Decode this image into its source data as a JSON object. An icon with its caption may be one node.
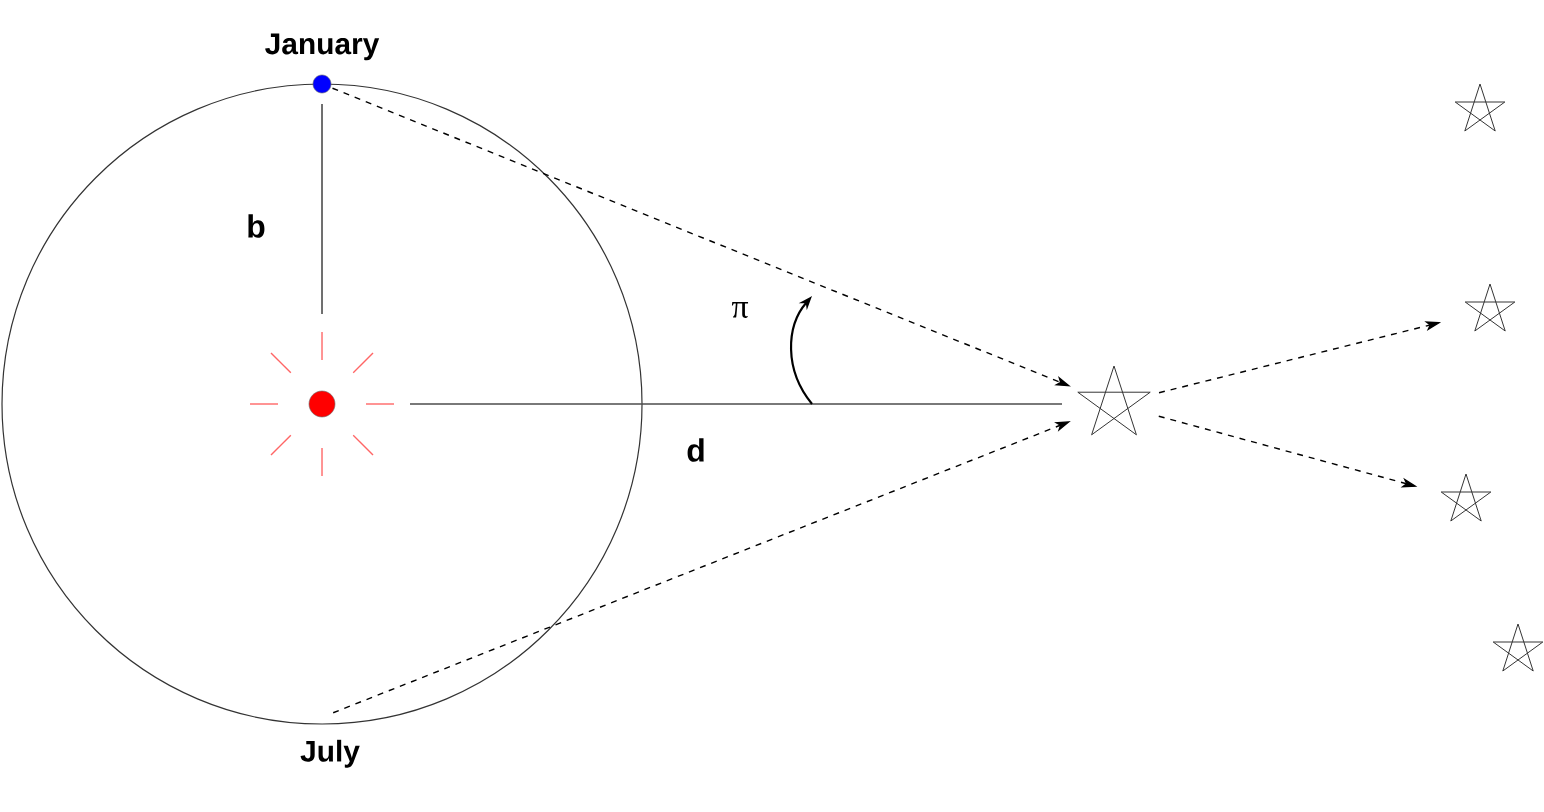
{
  "diagram": {
    "nodes": [
      {
        "text": [
          "January"
        ]
      },
      {
        "text": [
          "July"
        ]
      },
      {
        "text": [],
        "shape": "star"
      },
      {
        "text": [],
        "shape": "star"
      },
      {
        "text": [],
        "shape": "star"
      },
      {
        "text": [],
        "shape": "star"
      },
      {
        "text": [],
        "shape": "star"
      }
    ],
    "edges": [
      {
        "from": 0,
        "to": 2,
        "arrow": "to",
        "style": "dashed"
      },
      {
        "from": 1,
        "to": 2,
        "arrow": "to",
        "style": "dashed"
      },
      {
        "from": 2,
        "to": 4,
        "arrow": "to",
        "style": "dashed"
      },
      {
        "from": 2,
        "to": 5,
        "arrow": "to",
        "style": "dashed"
      }
    ],
    "labels": [
      "b",
      "π",
      "d"
    ]
  }
}
